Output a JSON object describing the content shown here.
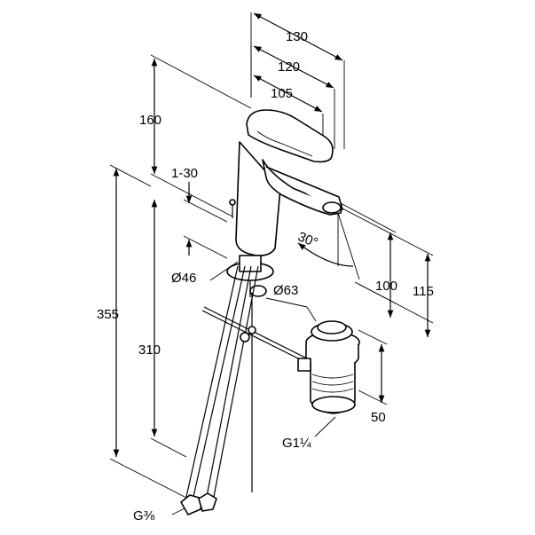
{
  "dimensions": {
    "d130": "130",
    "d120": "120",
    "d105": "105",
    "d160": "160",
    "d1_30": "1-30",
    "angle30": "30°",
    "dia46": "Ø46",
    "dia63": "Ø63",
    "d100": "100",
    "d115": "115",
    "d355": "355",
    "d310": "310",
    "d50": "50",
    "g114": "G1¼",
    "g38": "G⅜"
  }
}
